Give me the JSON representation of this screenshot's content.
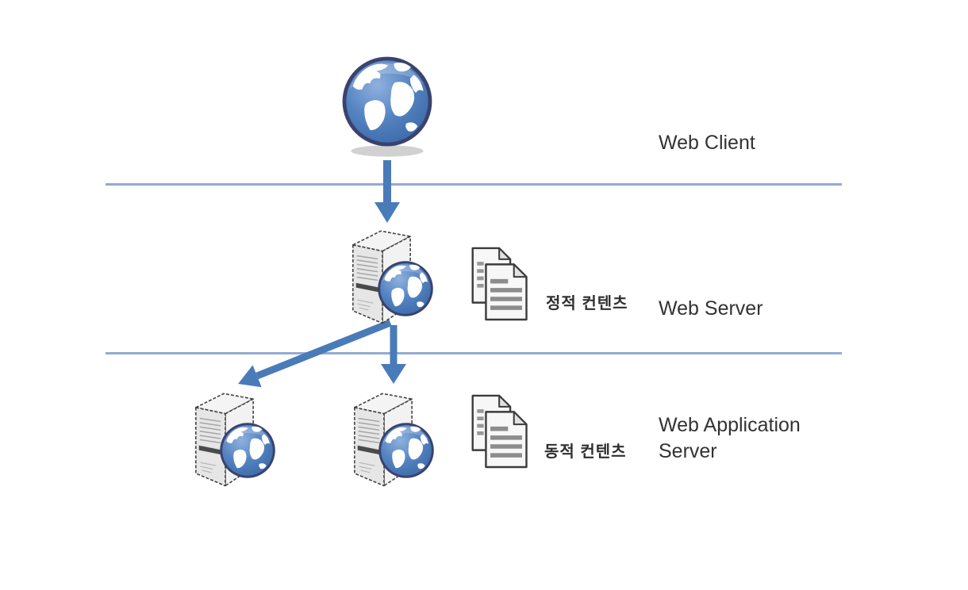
{
  "diagram": {
    "description": "Three-tier web architecture diagram",
    "tiers": [
      {
        "name": "client",
        "label": "Web Client"
      },
      {
        "name": "web-server",
        "label": "Web Server",
        "content_label": "정적 컨텐츠"
      },
      {
        "name": "web-application-server",
        "label": "Web Application Server",
        "content_label": "동적 컨텐츠"
      }
    ]
  },
  "icons": {
    "client": "globe-icon",
    "web_server": "server-tower-with-globe-icon",
    "app_server_left": "server-tower-with-globe-icon",
    "app_server_right": "server-tower-with-globe-icon",
    "static_content": "documents-icon",
    "dynamic_content": "documents-icon",
    "flow": "arrow-down-icon"
  },
  "colors": {
    "background": "#ffffff",
    "arrow_blue": "#4a7bb9",
    "divider_blue": "#94aad3",
    "label_text": "#333333",
    "globe_rim": "#39436e",
    "globe_ocean": "#4d7cbc",
    "server_gray": "#e6e6e6",
    "document_line_gray": "#8c8c8c"
  }
}
